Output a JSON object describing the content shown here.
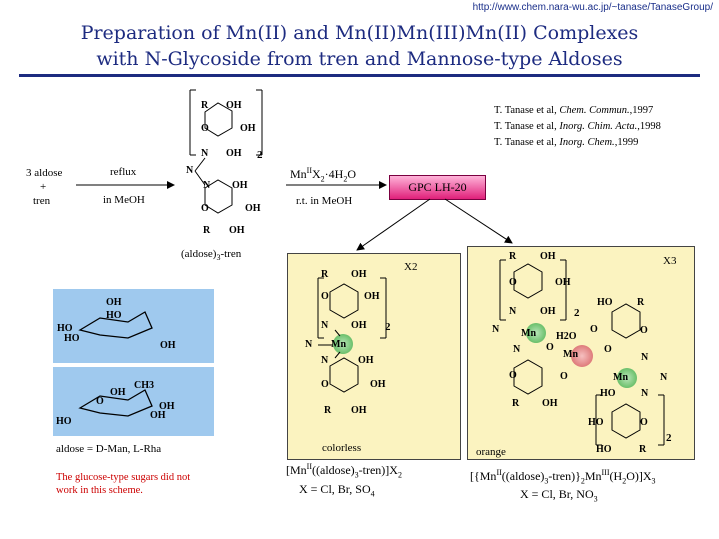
{
  "url": "http://www.chem.nara-wu.ac.jp/~tanase/TanaseGroup/",
  "title_line1": "Preparation of Mn(II) and Mn(II)Mn(III)Mn(II) Complexes",
  "title_line2": "with N-Glycoside from tren and Mannose-type Aldoses",
  "refs": [
    {
      "author": "T. Tanase et al, ",
      "journal": "Chem. Commun.",
      "year": ",1997"
    },
    {
      "author": "T. Tanase et al, ",
      "journal": "Inorg. Chim. Acta.",
      "year": ",1998"
    },
    {
      "author": "T. Tanase et al, ",
      "journal": "Inorg. Chem.",
      "year": ",1999"
    }
  ],
  "reactants": {
    "line1": "3 aldose",
    "plus": "+",
    "line2": "tren"
  },
  "step1": {
    "above": "reflux",
    "below": "in MeOH"
  },
  "step2": {
    "above": "r.t. in MeOH"
  },
  "product1": "(aldose)3-tren",
  "gpc": "GPC LH-20",
  "sugar_caption": "aldose = D-Man, L-Rha",
  "note_red": [
    "The glucose-type sugars did not",
    "work in this scheme."
  ],
  "complex1": {
    "label": "colorless",
    "counter": "X2",
    "formula_tail": "((aldose)3-tren)]X2",
    "anions": "X = Cl, Br, SO4"
  },
  "complex2": {
    "label": "orange",
    "counter": "X3",
    "anions": "X = Cl, Br, NO3"
  },
  "atoms": {
    "R": "R",
    "OH": "OH",
    "O": "O",
    "N": "N",
    "HO": "HO",
    "CH3": "CH3",
    "Mn": "Mn",
    "H2O": "H2O",
    "two": "2"
  }
}
